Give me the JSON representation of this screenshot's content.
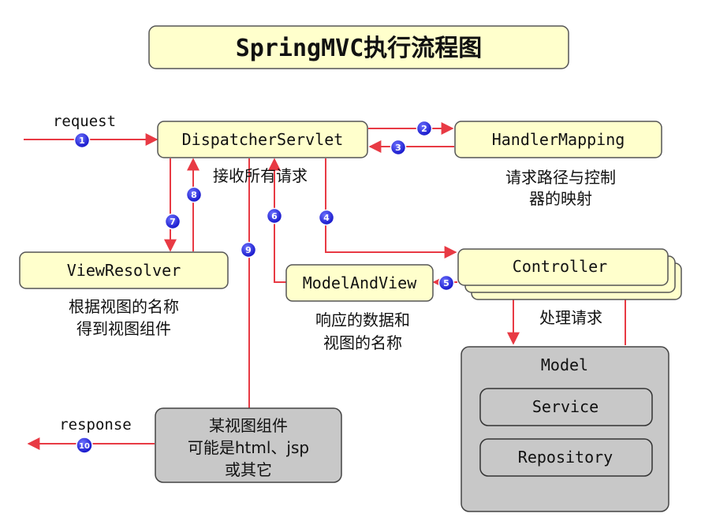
{
  "title": "SpringMVC执行流程图",
  "nodes": {
    "dispatcher": "DispatcherServlet",
    "handler_mapping": "HandlerMapping",
    "view_resolver": "ViewResolver",
    "model_and_view": "ModelAndView",
    "controller": "Controller",
    "model": "Model",
    "service": "Service",
    "repository": "Repository",
    "view_component": [
      "某视图组件",
      "可能是html、jsp",
      "或其它"
    ]
  },
  "captions": {
    "dispatcher": "接收所有请求",
    "handler_mapping": [
      "请求路径与控制",
      "器的映射"
    ],
    "view_resolver": [
      "根据视图的名称",
      "得到视图组件"
    ],
    "model_and_view": [
      "响应的数据和",
      "视图的名称"
    ],
    "controller": "处理请求"
  },
  "flow_labels": {
    "request": "request",
    "response": "response"
  },
  "steps": [
    "1",
    "2",
    "3",
    "4",
    "5",
    "6",
    "7",
    "8",
    "9",
    "10"
  ],
  "colors": {
    "box_fill": "#ffffcc",
    "model_fill": "#c8c8c8",
    "arrow": "#e83a44",
    "step_badge": "#1a1adc"
  }
}
